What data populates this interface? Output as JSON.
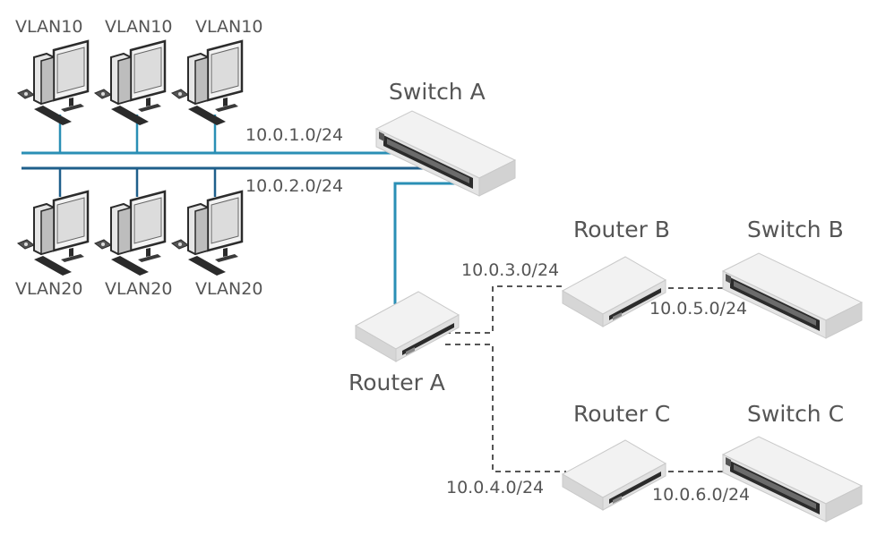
{
  "devices": {
    "switch_a": "Switch A",
    "switch_b": "Switch B",
    "switch_c": "Switch C",
    "router_a": "Router A",
    "router_b": "Router B",
    "router_c": "Router C"
  },
  "networks": {
    "vlan10_net": "10.0.1.0/24",
    "vlan20_net": "10.0.2.0/24",
    "ra_rb_net": "10.0.3.0/24",
    "ra_rc_net": "10.0.4.0/24",
    "rb_sb_net": "10.0.5.0/24",
    "rc_sc_net": "10.0.6.0/24"
  },
  "hosts": {
    "top": [
      "VLAN10",
      "VLAN10",
      "VLAN10"
    ],
    "bottom": [
      "VLAN20",
      "VLAN20",
      "VLAN20"
    ]
  },
  "colors": {
    "trunk_line": "#1f5f8b",
    "access_line": "#2a8fb5",
    "wan_line": "#555555",
    "label_text": "#555555",
    "device_top": "#f2f2f2",
    "device_side": "#d4d4d4",
    "device_ports": "#2b2b2b"
  }
}
